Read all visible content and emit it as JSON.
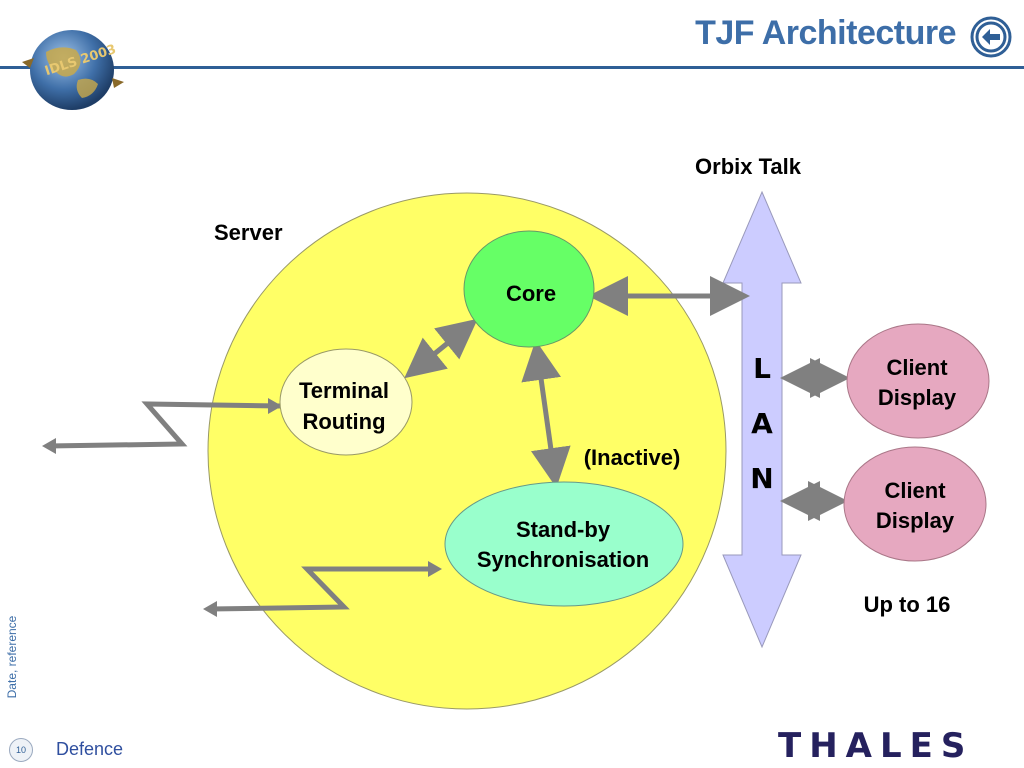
{
  "header": {
    "title": "TJF Architecture",
    "logo_text": "IDLS 2003"
  },
  "diagram": {
    "server_label": "Server",
    "orbix_label": "Orbix Talk",
    "core_label": "Core",
    "terminal_routing_label": [
      "Terminal",
      "Routing"
    ],
    "standby_label": [
      "Stand-by",
      "Synchronisation"
    ],
    "inactive_label": "(Inactive)",
    "lan_letters": [
      "L",
      "A",
      "N"
    ],
    "client1_label": [
      "Client",
      "Display"
    ],
    "client2_label": [
      "Client",
      "Display"
    ],
    "up_to_label": "Up to 16"
  },
  "footer": {
    "side_text": "Date, reference",
    "page_number": "10",
    "label": "Defence",
    "brand": "THALES"
  },
  "colors": {
    "title_blue": "#3d6ea8",
    "server_yellow": "#ffff66",
    "core_green": "#66ff66",
    "terminal_cream": "#ffffcc",
    "standby_mint": "#99ffcc",
    "client_pink": "#e6a8c0",
    "lan_lavender": "#ccccff",
    "arrow_gray": "#808080"
  }
}
